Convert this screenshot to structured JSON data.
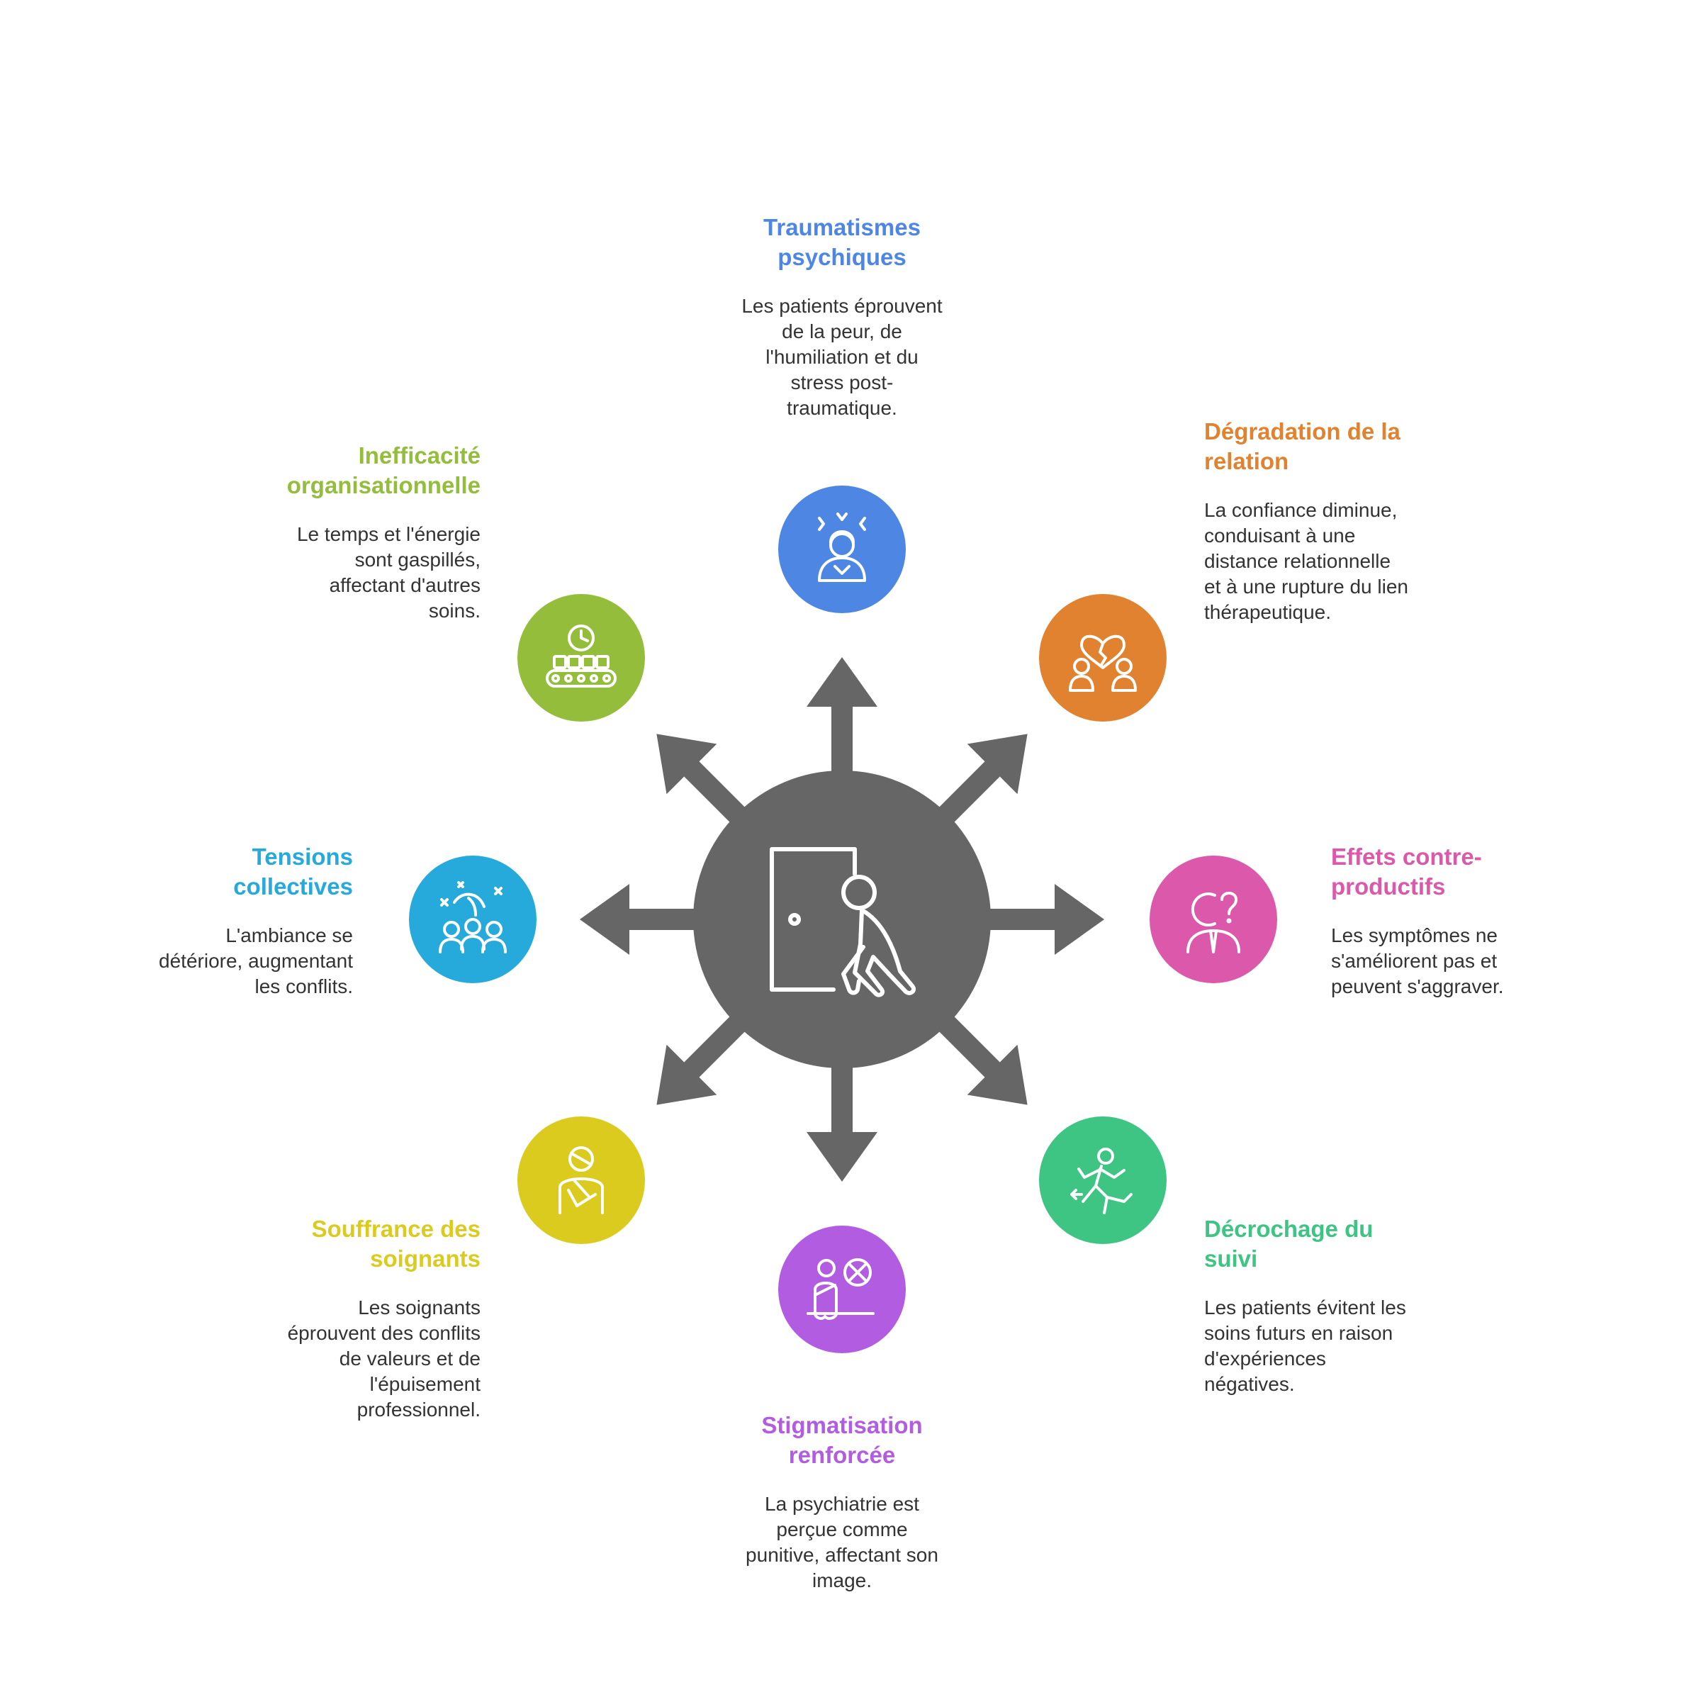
{
  "hub": {
    "icon": "door-exit-person-icon",
    "color": "#666666"
  },
  "items": [
    {
      "key": "traumatismes",
      "title": "Traumatismes psychiques",
      "title_lines": [
        "Traumatismes",
        "psychiques"
      ],
      "desc_lines": [
        "Les patients éprouvent",
        "de la peur, de",
        "l'humiliation et du",
        "stress post-",
        "traumatique."
      ],
      "color": "#4E86E4",
      "icon": "distressed-person-icon"
    },
    {
      "key": "degradation",
      "title": "Dégradation de la relation",
      "title_lines": [
        "Dégradation de la",
        "relation"
      ],
      "desc_lines": [
        "La confiance diminue,",
        "conduisant à une",
        "distance relationnelle",
        "et à une rupture du lien",
        "thérapeutique."
      ],
      "color": "#E0822F",
      "icon": "broken-heart-people-icon"
    },
    {
      "key": "effets",
      "title": "Effets contre-productifs",
      "title_lines": [
        "Effets contre-",
        "productifs"
      ],
      "desc_lines": [
        "Les symptômes ne",
        "s'améliorent pas et",
        "peuvent s'aggraver."
      ],
      "color": "#DC58AA",
      "icon": "confused-person-icon"
    },
    {
      "key": "decrochage",
      "title": "Décrochage du suivi",
      "title_lines": [
        "Décrochage du",
        "suivi"
      ],
      "desc_lines": [
        "Les patients évitent les",
        "soins futurs en raison",
        "d'expériences",
        "négatives."
      ],
      "color": "#3EC483",
      "icon": "running-away-person-icon"
    },
    {
      "key": "stigmatisation",
      "title": "Stigmatisation renforcée",
      "title_lines": [
        "Stigmatisation",
        "renforcée"
      ],
      "desc_lines": [
        "La psychiatrie est",
        "perçue comme",
        "punitive, affectant son",
        "image."
      ],
      "color": "#B25CE1",
      "icon": "isolated-person-icon"
    },
    {
      "key": "souffrance",
      "title": "Souffrance des soignants",
      "title_lines": [
        "Souffrance des",
        "soignants"
      ],
      "desc_lines": [
        "Les soignants",
        "éprouvent des conflits",
        "de valeurs et de",
        "l'épuisement",
        "professionnel."
      ],
      "color": "#DCCB1F",
      "icon": "injured-person-icon"
    },
    {
      "key": "tensions",
      "title": "Tensions collectives",
      "title_lines": [
        "Tensions",
        "collectives"
      ],
      "desc_lines": [
        "L'ambiance se",
        "détériore, augmentant",
        "les conflits."
      ],
      "color": "#26A9DB",
      "icon": "group-conflict-icon"
    },
    {
      "key": "inefficacite",
      "title": "Inefficacité organisationnelle",
      "title_lines": [
        "Inefficacité",
        "organisationnelle"
      ],
      "desc_lines": [
        "Le temps et l'énergie",
        "sont gaspillés,",
        "affectant d'autres",
        "soins."
      ],
      "color": "#93BD3B",
      "icon": "clock-conveyor-icon"
    }
  ]
}
